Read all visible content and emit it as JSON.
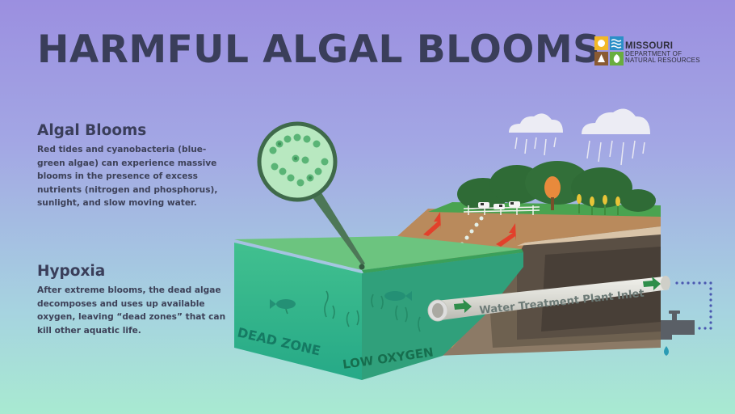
{
  "title": "HARMFUL ALGAL BLOOMS",
  "logo": {
    "line1": "MISSOURI",
    "line2": "DEPARTMENT OF",
    "line3": "NATURAL RESOURCES"
  },
  "sections": {
    "algal_blooms": {
      "heading": "Algal Blooms",
      "body": "Red tides and cyanobacteria (blue-green algae) can experience massive blooms in the presence of excess nutrients (nitrogen and phosphorus), sunlight, and slow moving water."
    },
    "hypoxia": {
      "heading": "Hypoxia",
      "body": "After extreme blooms, the dead algae decomposes and uses up available oxygen, leaving “dead zones” that can kill other aquatic life."
    }
  },
  "diagram": {
    "dead_zone_label": "DEAD ZONE",
    "low_oxygen_label": "LOW OXYGEN",
    "pipe_label": "Water Treatment Plant Inlet"
  },
  "colors": {
    "title": "#3a3e5a",
    "water_front": "#2fb38a",
    "water_side": "#30a07b",
    "algae_surface": "#6cc47f",
    "soil": "#b98a5c",
    "grass": "#4aa350",
    "trees": "#2f6b36",
    "arrow_red": "#e2402b",
    "pipe": "#dcdcd6",
    "arrow_green": "#2f8e4a",
    "faucet": "#5a5f66",
    "water_drop": "#2b9bb4"
  },
  "icons": [
    "cloud-icon",
    "rain-icon",
    "tree-icon",
    "cow-icon",
    "fence-icon",
    "corn-icon",
    "fish-icon",
    "magnifier-icon",
    "arrow-icon",
    "pipe-icon",
    "faucet-icon",
    "drop-icon"
  ]
}
